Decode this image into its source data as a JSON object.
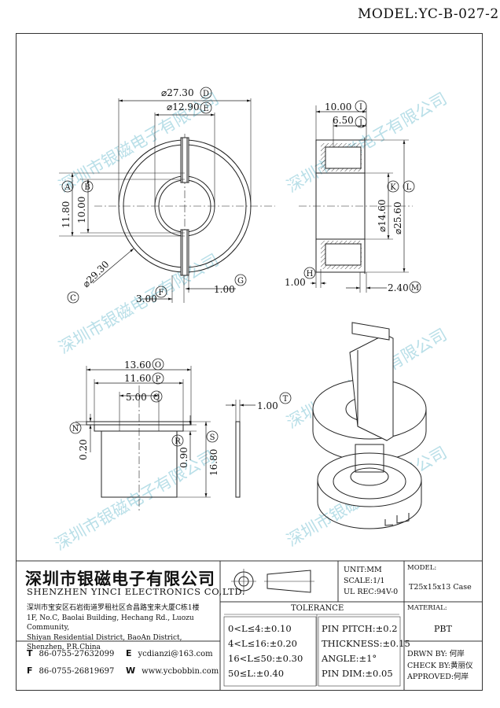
{
  "header": {
    "model": "MODEL:YC-B-027-2"
  },
  "watermark": {
    "text": "深圳市银磁电子有限公司"
  },
  "dims": {
    "d27": "⌀27.30",
    "d27_tag": "D",
    "d12": "⌀12.90",
    "d12_tag": "E",
    "a": "11.80",
    "a_tag": "A",
    "b": "10.00",
    "b_tag": "B",
    "c": "⌀29.30",
    "c_tag": "C",
    "f": "3.00",
    "f_tag": "F",
    "g": "1.00",
    "g_tag": "G",
    "i": "10.00",
    "i_tag": "I",
    "j": "6.50",
    "j_tag": "J",
    "k": "⌀14.60",
    "k_tag": "K",
    "l": "⌀25.60",
    "l_tag": "L",
    "h": "1.00",
    "h_tag": "H",
    "m": "2.40",
    "m_tag": "M",
    "o": "13.60",
    "o_tag": "O",
    "p": "11.60",
    "p_tag": "P",
    "q": "5.00",
    "q_tag": "Q",
    "n": "0.20",
    "n_tag": "N",
    "r": "0.90",
    "r_tag": "R",
    "s": "16.80",
    "s_tag": "S",
    "t": "1.00",
    "t_tag": "T"
  },
  "company": {
    "name_cn": "深圳市银磁电子有限公司",
    "name_en": "SHENZHEN YINCI ELECTRONICS CO,LTD.",
    "address_lines": [
      "深圳市宝安区石岩街道罗租社区合昌路宝来大厦C栋1楼",
      "1F, No.C, Baolai Building, Hechang Rd., Luozu Community,",
      "Shiyan Residential District, BaoAn District,",
      "Shenzhen, P.R.China"
    ],
    "tel_label": "T",
    "tel": "86-0755-27632099",
    "email_label": "E",
    "email": "ycdianzi@163.com",
    "fax_label": "F",
    "fax": "86-0755-26819697",
    "web_label": "W",
    "web": "www.ycbobbin.com"
  },
  "specs": {
    "unit": "UNIT:MM",
    "scale": "SCALE:1/1",
    "ul": "UL REC:94V-0",
    "model_label": "MODEL:",
    "model_value": "T25x15x13 Case",
    "material_label": "MATERIAL:",
    "material_value": "PBT"
  },
  "tolerance": {
    "title": "TOLERANCE",
    "rows": [
      "0<L≤4:±0.10",
      "4<L≤16:±0.20",
      "16<L≤50:±0.30",
      "50≤L:±0.40"
    ],
    "pin_pitch": "PIN PITCH:±0.2",
    "thickness": "THICKNESS:±0.15",
    "angle": "ANGLE:±1°",
    "pin_dim": "PIN DIM:±0.05"
  },
  "approvals": {
    "drawn": "DRWN BY: 何岸",
    "check": "CHECK BY:黄丽仪",
    "approved": "APPROVED:何岸"
  }
}
